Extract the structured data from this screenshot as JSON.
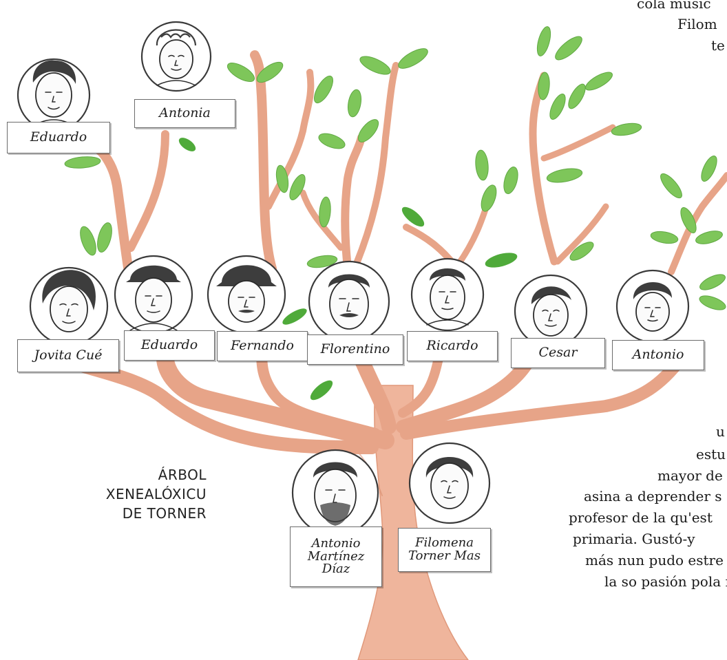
{
  "caption": {
    "line1": "ÁRBOL",
    "line2": "XENEALÓXICU",
    "line3": "DE TORNER"
  },
  "members": {
    "eduardo_grandfather": "Eduardo",
    "antonia_grandmother": "Antonia",
    "jovita": "Jovita Cué",
    "eduardo": "Eduardo",
    "fernando": "Fernando",
    "florentino": "Florentino",
    "ricardo": "Ricardo",
    "cesar": "Cesar",
    "antonio": "Antonio",
    "antonio_father": {
      "line1": "Antonio",
      "line2": "Martínez",
      "line3": "Díaz"
    },
    "filomena": {
      "line1": "Filomena",
      "line2": "Torner Mas"
    }
  },
  "side_text": {
    "top": [
      "cola músic",
      "Filom",
      "te"
    ],
    "bottom": [
      "u",
      "estu",
      "mayor de",
      "asina a deprender s",
      "profesor de la qu'est",
      "primaria. Gustó-y",
      "más nun pudo estre",
      "la so pasión pola n"
    ]
  },
  "colors": {
    "trunk": "#e7a488",
    "leaf": "#7ec65a",
    "leaf_dark": "#4faa3a",
    "ink": "#2b2b2b"
  }
}
